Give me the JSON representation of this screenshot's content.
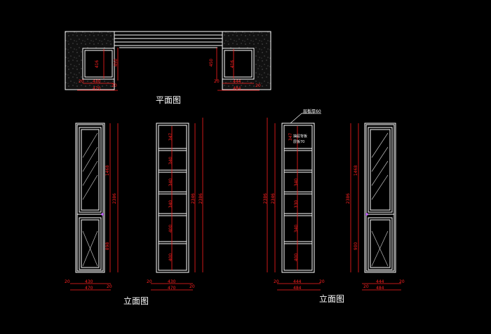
{
  "colors": {
    "background": "#000000",
    "line": "#ffffff",
    "dimension": "#ff2020",
    "glass": "#bfbfbf",
    "annotation": "#ffffff"
  },
  "titles": {
    "plan": "平面图",
    "elevation_left": "立面图",
    "elevation_right": "立面图"
  },
  "plan": {
    "left_dims": [
      "416",
      "450",
      "430",
      "470",
      "20",
      "20"
    ],
    "right_dims": [
      "450",
      "416",
      "444",
      "484",
      "20",
      "20"
    ]
  },
  "elevations": {
    "cab1": {
      "heights": [
        "1468",
        "2386",
        "898"
      ],
      "widths": [
        "20",
        "430",
        "20",
        "470"
      ]
    },
    "cab2": {
      "shelves": [
        "347",
        "340",
        "340",
        "340",
        "400",
        "400"
      ],
      "heights": [
        "2346",
        "2386"
      ],
      "widths": [
        "20",
        "430",
        "20",
        "470"
      ]
    },
    "cab3": {
      "shelves": [
        "347",
        "340",
        "330",
        "340",
        "400"
      ],
      "heights": [
        "2386",
        "2346"
      ],
      "widths": [
        "20",
        "444",
        "20",
        "484"
      ]
    },
    "cab4": {
      "heights": [
        "1468",
        "2386",
        "900"
      ],
      "widths": [
        "20",
        "444",
        "20",
        "484"
      ]
    }
  },
  "notes": {
    "note_top": "层板厚60",
    "note_side_1": "抽屉背板",
    "note_side_2": "层板70"
  }
}
